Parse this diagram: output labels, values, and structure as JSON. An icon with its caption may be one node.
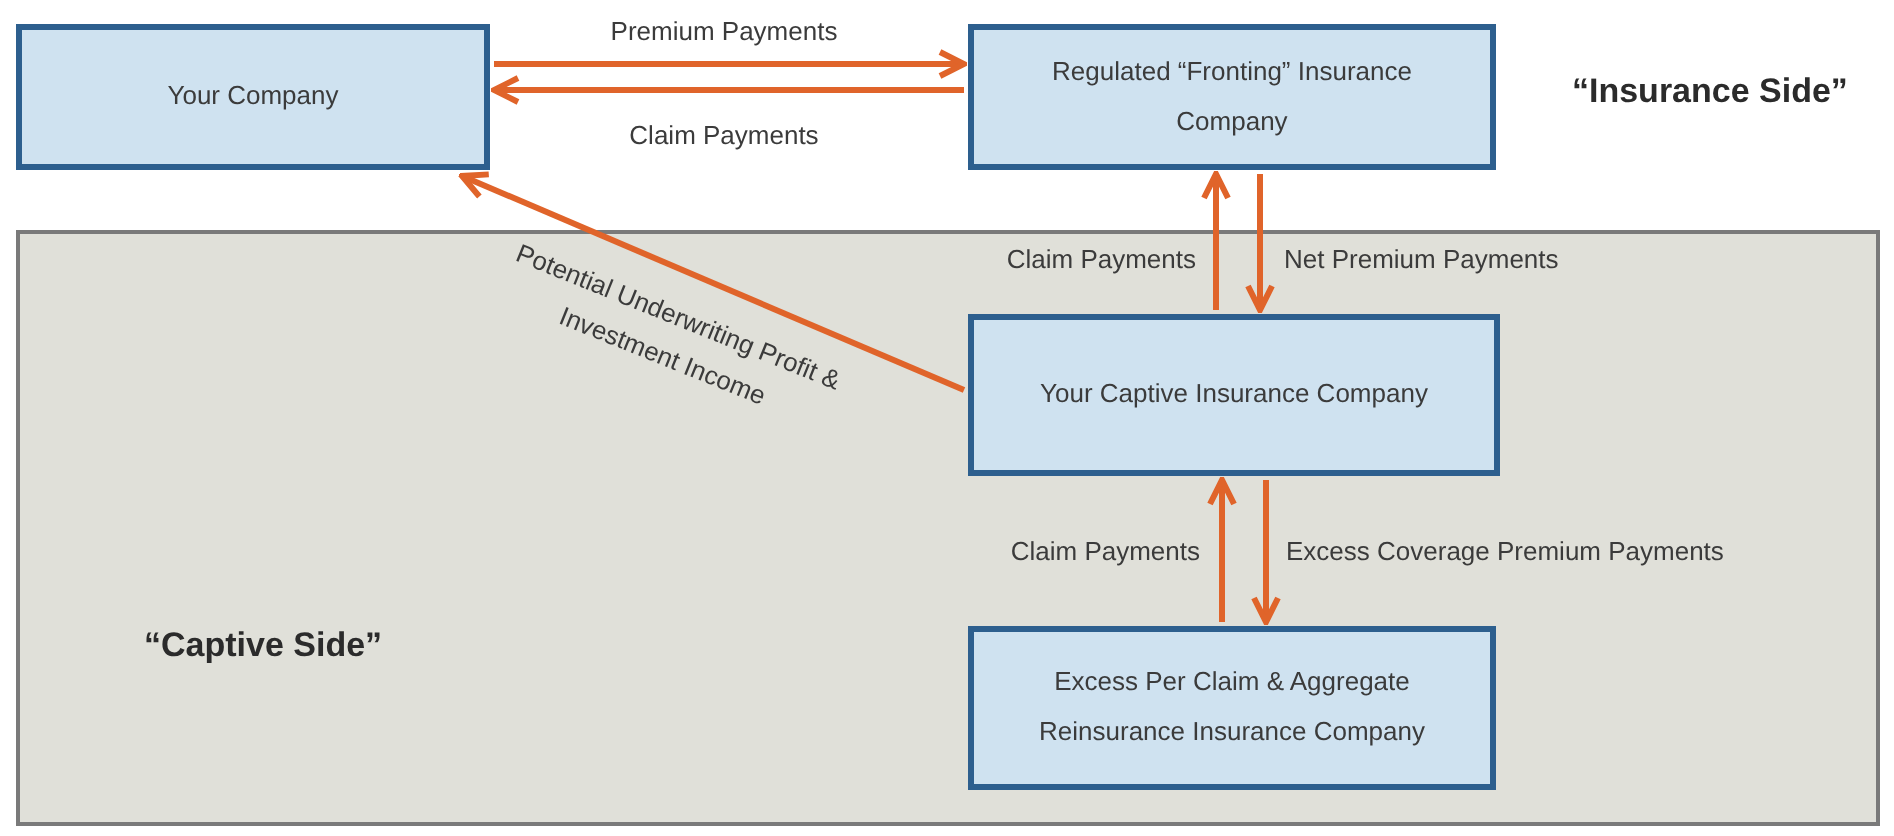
{
  "diagram": {
    "nodes": [
      {
        "text": [
          "Your Company"
        ]
      },
      {
        "text": [
          "Regulated “Fronting” Insurance Company"
        ]
      },
      {
        "text": [
          "“Captive Side”"
        ]
      },
      {
        "text": [
          "Your Captive Insurance Company"
        ],
        "in": 2
      },
      {
        "text": [
          "Excess Per Claim & Aggregate Reinsurance Insurance Company"
        ],
        "in": 2
      }
    ],
    "edges": [
      {
        "from": 0,
        "to": 1,
        "arrow": "to",
        "label": "Premium Payments"
      },
      {
        "from": 1,
        "to": 0,
        "arrow": "to",
        "label": "Claim Payments"
      },
      {
        "from": 3,
        "to": 1,
        "arrow": "to",
        "label": "Claim Payments"
      },
      {
        "from": 1,
        "to": 3,
        "arrow": "to",
        "label": "Net Premium Payments"
      },
      {
        "from": 3,
        "to": 0,
        "arrow": "to",
        "label": "Potential Underwriting Profit & Investment Income"
      },
      {
        "from": 4,
        "to": 3,
        "arrow": "to",
        "label": "Claim Payments"
      },
      {
        "from": 3,
        "to": 4,
        "arrow": "to",
        "label": "Excess Coverage Premium Payments"
      }
    ],
    "labels": [
      "“Insurance Side”"
    ]
  }
}
